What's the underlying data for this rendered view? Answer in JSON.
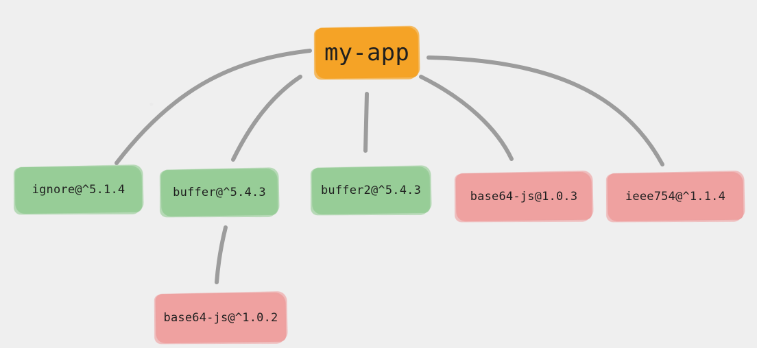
{
  "diagram": {
    "root": {
      "id": "my-app",
      "label": "my-app",
      "color": "#f0a231"
    },
    "nodes": [
      {
        "id": "ignore",
        "label": "ignore@^5.1.4",
        "color": "#9fcea0"
      },
      {
        "id": "buffer",
        "label": "buffer@^5.4.3",
        "color": "#9fcea0"
      },
      {
        "id": "buffer2",
        "label": "buffer2@^5.4.3",
        "color": "#9fcea0"
      },
      {
        "id": "base64-js-103",
        "label": "base64-js@1.0.3",
        "color": "#e8a1a0"
      },
      {
        "id": "ieee754",
        "label": "ieee754@^1.1.4",
        "color": "#e8a1a0"
      },
      {
        "id": "base64-js-102",
        "label": "base64-js@^1.0.2",
        "color": "#e8a1a0"
      }
    ],
    "edges": [
      {
        "from": "my-app",
        "to": "ignore"
      },
      {
        "from": "my-app",
        "to": "buffer"
      },
      {
        "from": "my-app",
        "to": "buffer2"
      },
      {
        "from": "my-app",
        "to": "base64-js-103"
      },
      {
        "from": "my-app",
        "to": "ieee754"
      },
      {
        "from": "buffer",
        "to": "base64-js-102"
      }
    ]
  }
}
